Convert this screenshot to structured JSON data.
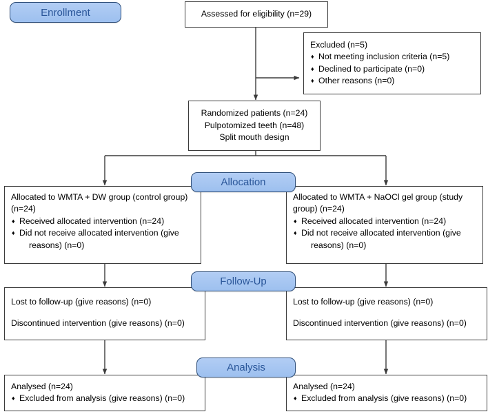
{
  "diagram": {
    "type": "consort-flow-diagram",
    "colors": {
      "badge_fill": "#a8c6f0",
      "badge_border": "#2f4f7a",
      "badge_text": "#2a5699",
      "box_border": "#3b3b3b",
      "box_fill": "#ffffff",
      "connector": "#3b3b3b",
      "page_background": "#ffffff"
    },
    "bullet_glyph": "♦"
  },
  "stages": {
    "enrollment": "Enrollment",
    "allocation": "Allocation",
    "followup": "Follow-Up",
    "analysis": "Analysis"
  },
  "assessed": {
    "text": "Assessed for eligibility (n=29)"
  },
  "excluded": {
    "heading": "Excluded (n=5)",
    "items": [
      "Not meeting inclusion criteria (n=5)",
      "Declined to participate (n=0)",
      "Other reasons (n=0)"
    ]
  },
  "randomized": {
    "lines": [
      "Randomized patients (n=24)",
      "Pulpotomized teeth (n=48)",
      "Split mouth design"
    ]
  },
  "allocation_left": {
    "heading": "Allocated to WMTA + DW group (control group) (n=24)",
    "items": [
      "Received allocated intervention (n=24)",
      "Did not receive allocated intervention (give reasons) (n=0)"
    ]
  },
  "allocation_right": {
    "heading": "Allocated to WMTA + NaOCl gel group (study group) (n=24)",
    "items": [
      "Received allocated intervention (n=24)",
      "Did not receive allocated intervention (give reasons) (n=0)"
    ]
  },
  "followup_left": {
    "lines": [
      "Lost to follow-up (give reasons) (n=0)",
      "Discontinued intervention (give reasons) (n=0)"
    ]
  },
  "followup_right": {
    "lines": [
      "Lost to follow-up (give reasons) (n=0)",
      "Discontinued intervention (give reasons) (n=0)"
    ]
  },
  "analysis_left": {
    "heading": "Analysed (n=24)",
    "items": [
      "Excluded from analysis (give reasons) (n=0)"
    ]
  },
  "analysis_right": {
    "heading": "Analysed (n=24)",
    "items": [
      "Excluded from analysis (give reasons) (n=0)"
    ]
  }
}
